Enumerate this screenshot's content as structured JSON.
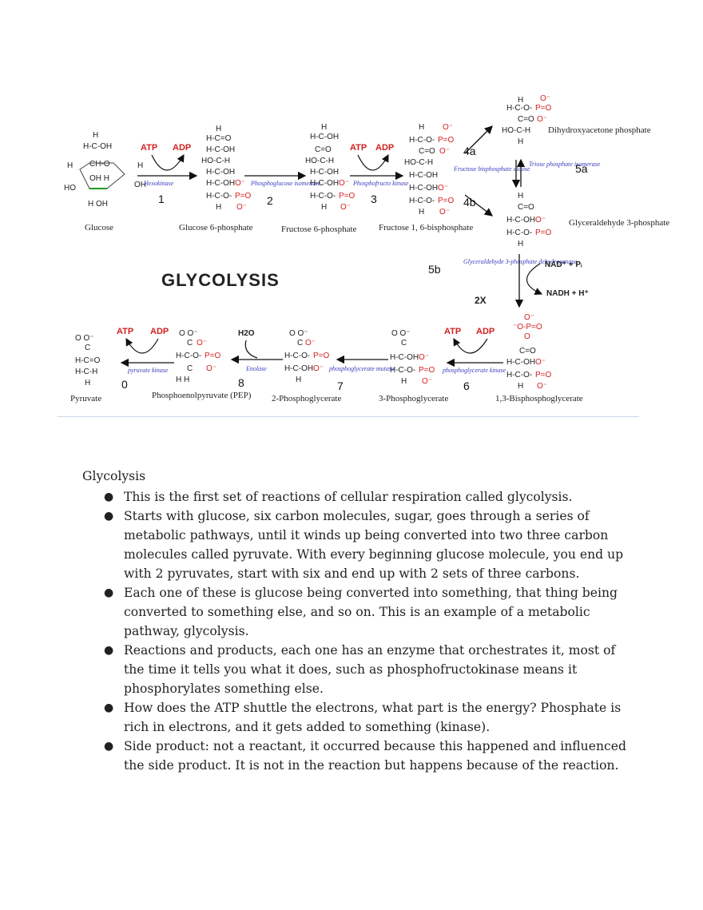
{
  "figure": {
    "title": "GLYCOLYSIS",
    "cofactors": {
      "atp": "ATP",
      "adp": "ADP",
      "h2o": "H2O",
      "nad": "NAD⁺ + Pᵢ",
      "nadh": "NADH + H⁺",
      "times_two": "2X"
    },
    "molecules": {
      "glucose": "Glucose",
      "g6p": "Glucose 6-phosphate",
      "f6p": "Fructose 6-phosphate",
      "f16bp": "Fructose 1, 6-bisphosphate",
      "dhap": "Dihydroxyacetone phosphate",
      "g3p": "Glyceraldehyde 3-phosphate",
      "bpg13": "1,3-Bisphosphoglycerate",
      "pg3": "3-Phosphoglycerate",
      "pg2": "2-Phosphoglycerate",
      "pep": "Phosphoenolpyruvate (PEP)",
      "pyruvate": "Pyruvate"
    },
    "enzymes": {
      "hexokinase": "Hexokinase",
      "pgi": "Phosphoglucose isomerase",
      "pfk": "Phosphofructo kinase",
      "aldolase": "Fructose bisphosphate aldose",
      "tpi": "Triose phosphate isomerase",
      "gapdh": "Glyceraldehyde 3-phosphate dehydrogenase",
      "pgk": "phosphoglycerate kinase",
      "pgm": "phosphoglycerate mutase",
      "enolase": "Enolase",
      "pk": "pyruvate kinase"
    },
    "steps": [
      "1",
      "2",
      "3",
      "4a",
      "4b",
      "5a",
      "5b",
      "6",
      "7",
      "8",
      "0"
    ]
  },
  "notes": {
    "title": "Glycolysis",
    "bullets": [
      "This is the first set of reactions of cellular respiration called glycolysis.",
      "Starts with glucose, six carbon molecules, sugar, goes through a series of metabolic pathways, until it winds up being converted into two three carbon molecules called pyruvate. With every beginning glucose molecule, you end up with 2 pyruvates, start with six and end up with 2 sets of three carbons.",
      "Each one of these is glucose being converted into something, that thing being converted to something else, and so on. This is an example of a metabolic pathway, glycolysis.",
      "Reactions and products, each one has an enzyme that orchestrates it, most of the time it tells you what it does, such as phosphofructokinase means it phosphorylates something else.",
      "How does the ATP shuttle the electrons, what part is the energy? Phosphate is rich in electrons, and it gets added to something (kinase).",
      "Side product: not a reactant, it occurred because this happened and influenced the side product. It is not in the reaction but happens because of the reaction."
    ],
    "bullet_symbol": "●"
  }
}
